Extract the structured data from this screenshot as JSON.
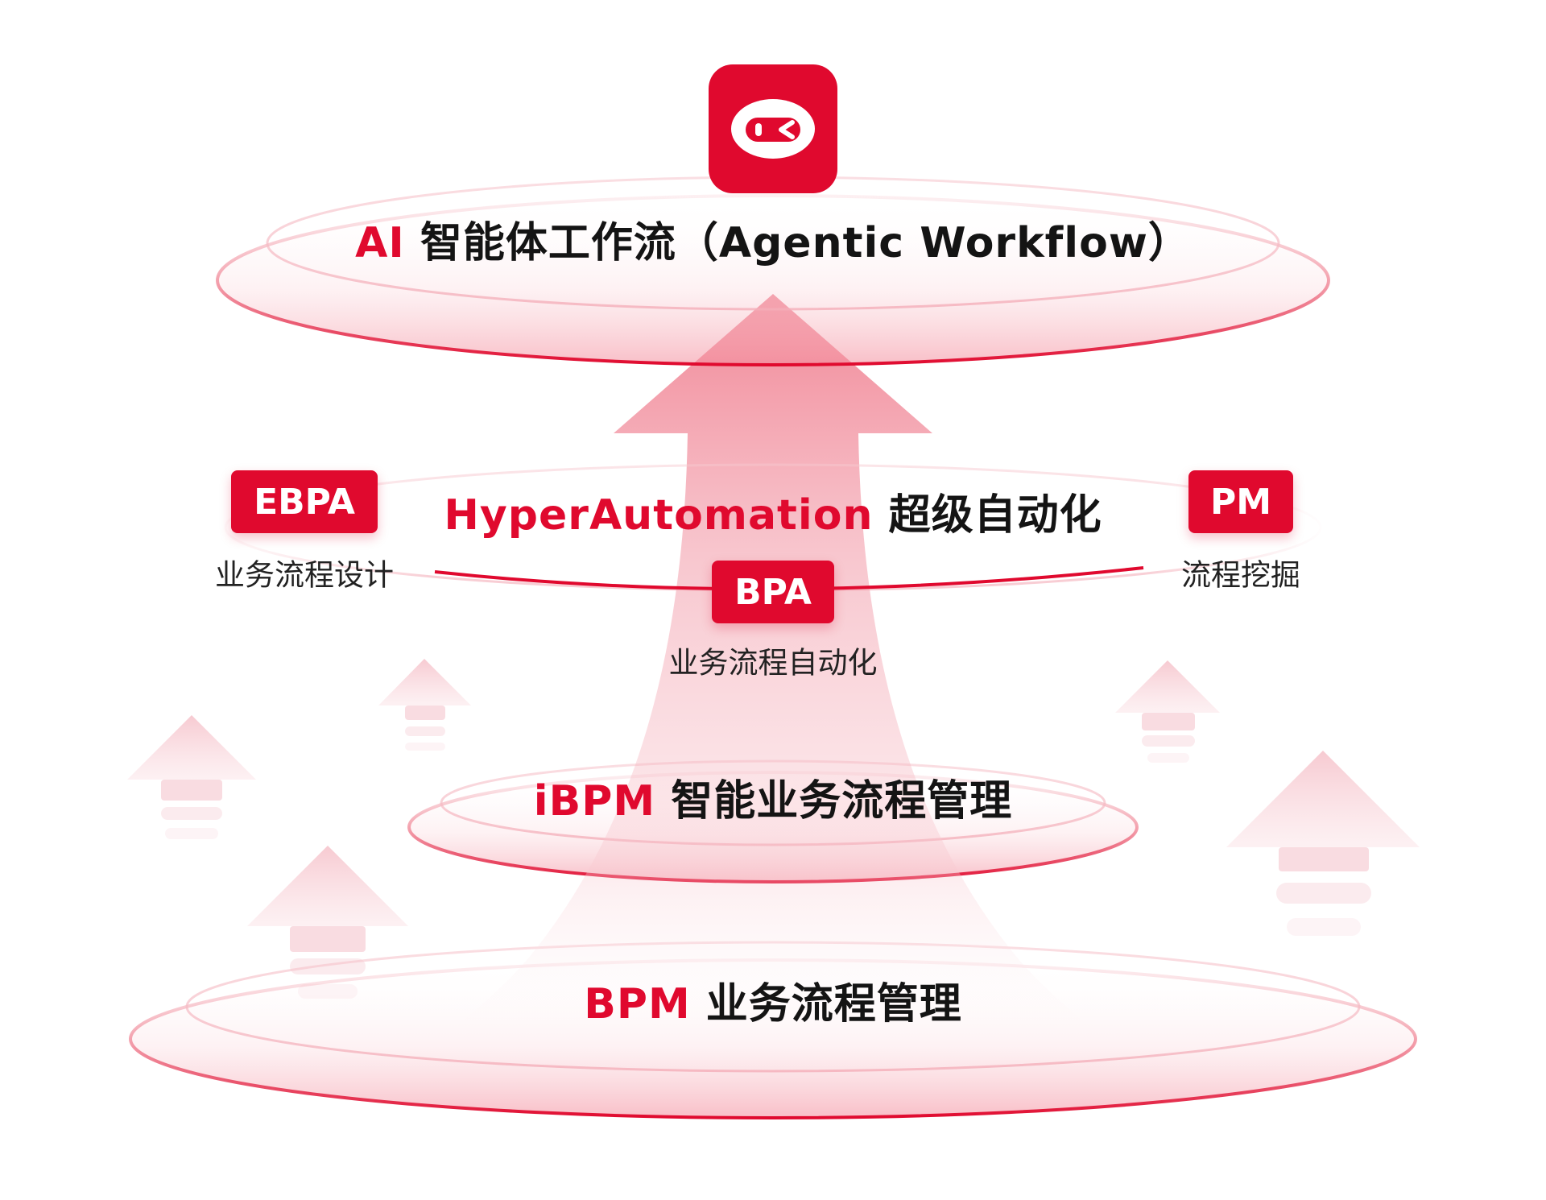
{
  "colors": {
    "accent": "#e0092e",
    "text": "#141414"
  },
  "logo": {
    "icon": "robot-face-icon"
  },
  "layers": {
    "ai": {
      "accent": "AI",
      "text": " 智能体工作流（Agentic Workflow）"
    },
    "hyper": {
      "accent": "HyperAutomation",
      "text": " 超级自动化"
    },
    "ibpm": {
      "accent": "iBPM",
      "text": " 智能业务流程管理"
    },
    "bpm": {
      "accent": "BPM",
      "text": " 业务流程管理"
    }
  },
  "badges": {
    "ebpa": {
      "label": "EBPA",
      "sub": "业务流程设计"
    },
    "bpa": {
      "label": "BPA",
      "sub": "业务流程自动化"
    },
    "pm": {
      "label": "PM",
      "sub": "流程挖掘"
    }
  }
}
